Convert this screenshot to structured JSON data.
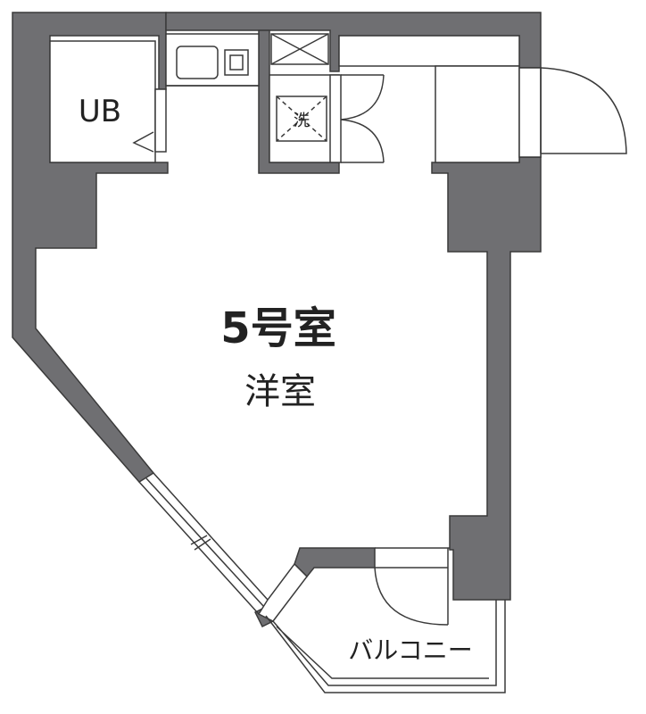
{
  "rooms": {
    "unit_bath": "UB",
    "washer_mark": "洗",
    "room_number": "5号室",
    "room_type": "洋室",
    "balcony": "バルコニー"
  },
  "colors": {
    "wall": "#6f6f72",
    "line": "#3a3a3a",
    "text": "#222222",
    "background": "#ffffff"
  }
}
